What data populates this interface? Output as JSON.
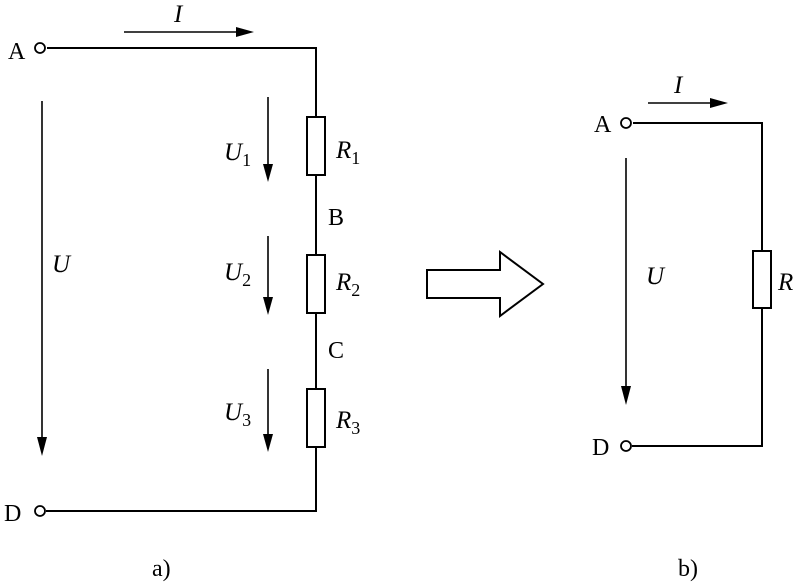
{
  "diagram_a": {
    "caption": "a)",
    "terminal_top": "A",
    "terminal_bottom": "D",
    "node_1": "B",
    "node_2": "C",
    "current": "I",
    "voltage_total": "U",
    "voltage_1": {
      "base": "U",
      "sub": "1"
    },
    "voltage_2": {
      "base": "U",
      "sub": "2"
    },
    "voltage_3": {
      "base": "U",
      "sub": "3"
    },
    "resistor_1": {
      "base": "R",
      "sub": "1"
    },
    "resistor_2": {
      "base": "R",
      "sub": "2"
    },
    "resistor_3": {
      "base": "R",
      "sub": "3"
    }
  },
  "diagram_b": {
    "caption": "b)",
    "terminal_top": "A",
    "terminal_bottom": "D",
    "current": "I",
    "voltage_total": "U",
    "resistor": "R"
  }
}
